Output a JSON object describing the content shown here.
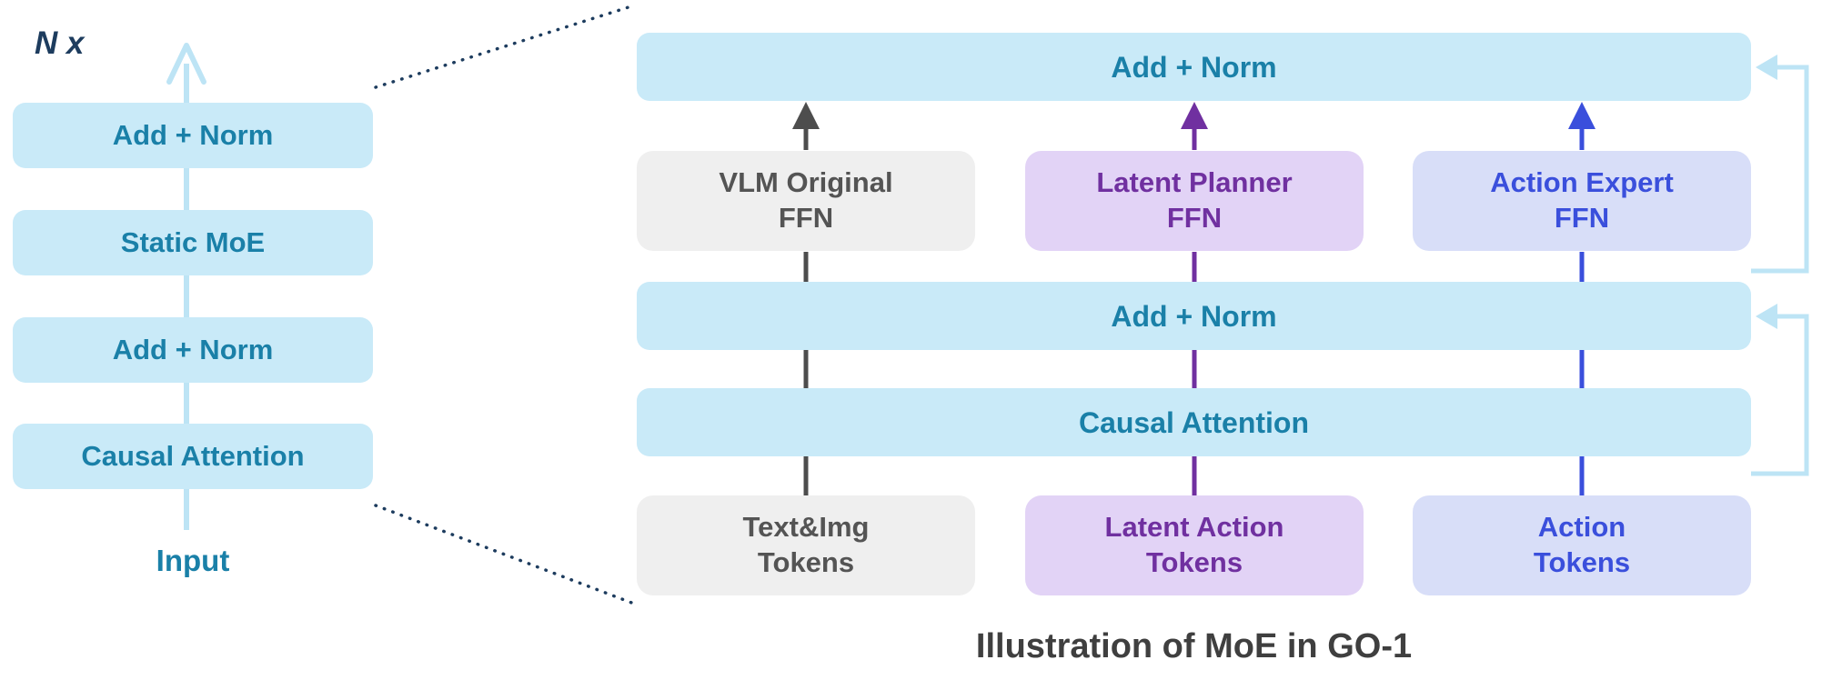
{
  "caption": "Illustration of MoE in GO-1",
  "left_stack": {
    "repeat_label": "N x",
    "blocks": [
      "Add + Norm",
      "Static MoE",
      "Add + Norm",
      "Causal Attention"
    ],
    "input_label": "Input"
  },
  "right_diagram": {
    "top_add_norm": "Add + Norm",
    "experts": [
      {
        "id": "vlm-original-ffn",
        "label": "VLM Original\nFFN"
      },
      {
        "id": "latent-planner-ffn",
        "label": "Latent Planner\nFFN"
      },
      {
        "id": "action-expert-ffn",
        "label": "Action Expert\nFFN"
      }
    ],
    "mid_add_norm": "Add + Norm",
    "attention": "Causal Attention",
    "tokens": [
      {
        "id": "text-img-tokens",
        "label": "Text&Img\nTokens"
      },
      {
        "id": "latent-action-tokens",
        "label": "Latent Action\nTokens"
      },
      {
        "id": "action-tokens",
        "label": "Action\nTokens"
      }
    ]
  },
  "colors": {
    "box_blue": "#c9eaf8",
    "text_teal": "#1a80a8",
    "box_gray": "#efefef",
    "text_gray": "#545454",
    "box_purple": "#e2d3f6",
    "text_purple": "#7030a0",
    "box_lavender": "#d8def8",
    "text_blue": "#3a4fdc",
    "residual_blue": "#bde4f5",
    "arrow_gray": "#4d4d4d",
    "text_navy": "#1d3c5e",
    "text_caption": "#3f3f3f"
  }
}
